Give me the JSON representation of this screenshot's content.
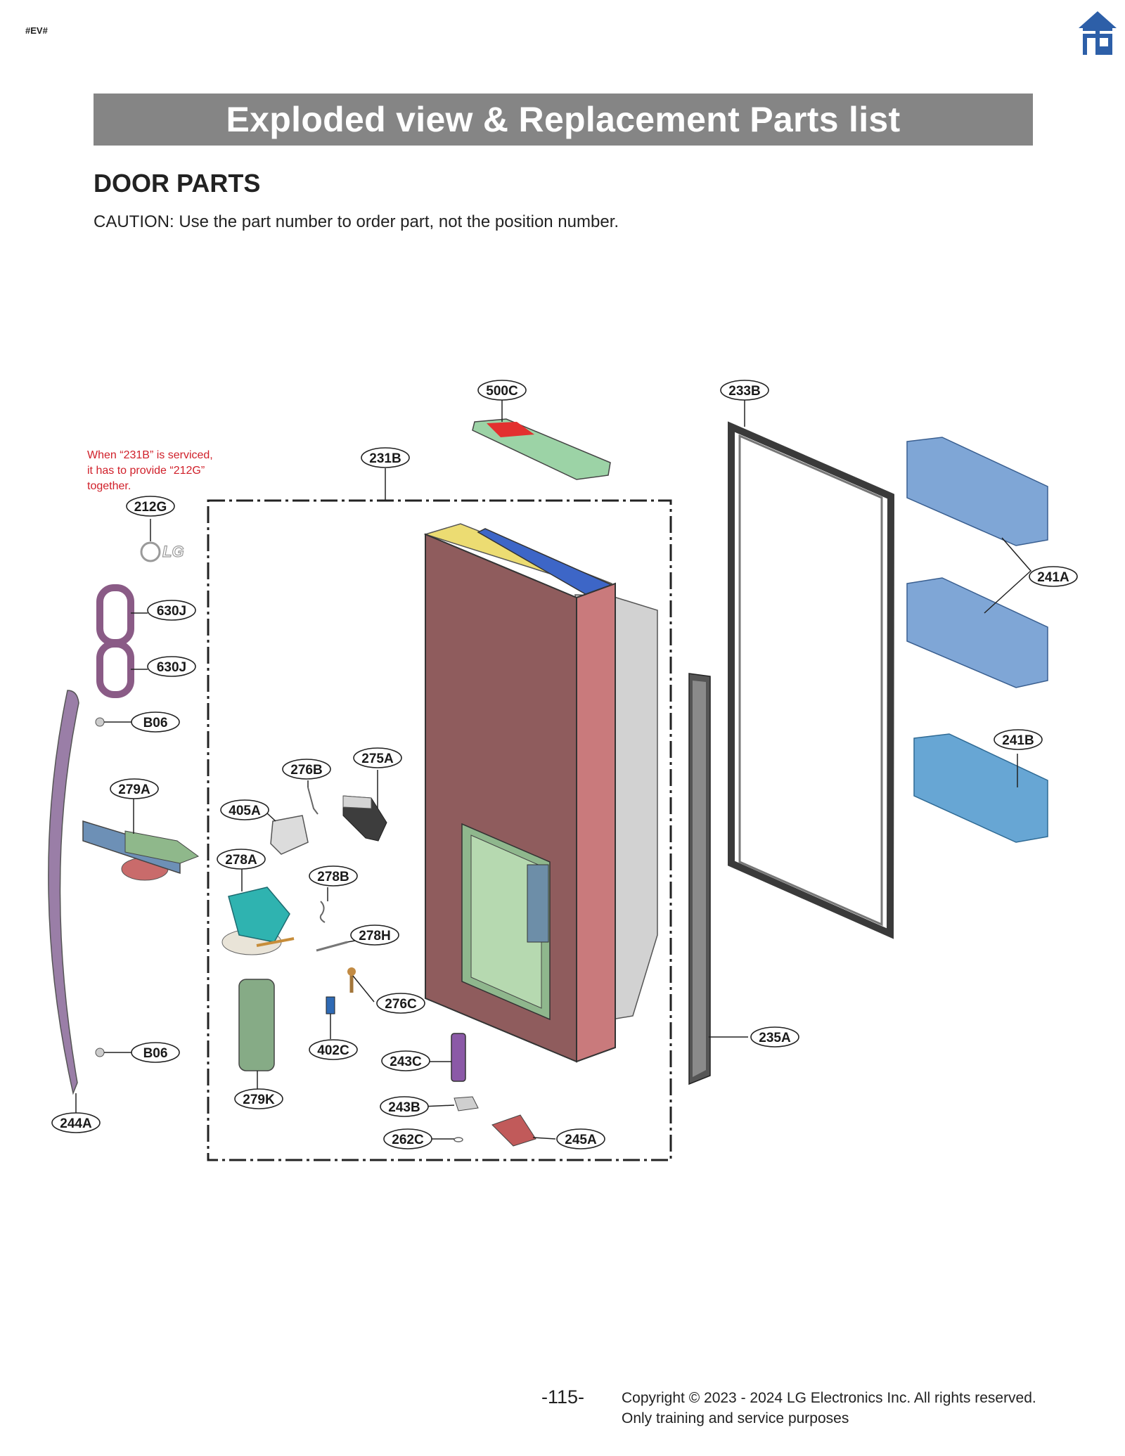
{
  "header": {
    "tag": "#EV#",
    "home_icon": "home-icon",
    "title": "Exploded view & Replacement Parts list"
  },
  "section": {
    "title": "DOOR PARTS",
    "caution": "CAUTION: Use the part number to order part, not the position number."
  },
  "diagram": {
    "note": [
      "When “231B” is serviced,",
      "it has to provide “212G”",
      "together."
    ],
    "labels": {
      "p500C": "500C",
      "p233B": "233B",
      "p231B": "231B",
      "p212G": "212G",
      "p241A": "241A",
      "p630J_1": "630J",
      "p630J_2": "630J",
      "p241B": "241B",
      "pB06_1": "B06",
      "p276B": "276B",
      "p275A": "275A",
      "p279A": "279A",
      "p405A": "405A",
      "p278A": "278A",
      "p278B": "278B",
      "p278H": "278H",
      "p276C": "276C",
      "p235A": "235A",
      "pB06_2": "B06",
      "p402C": "402C",
      "p243C": "243C",
      "p279K": "279K",
      "p243B": "243B",
      "p244A": "244A",
      "p262C": "262C",
      "p245A": "245A"
    },
    "logo_text": "LG"
  },
  "footer": {
    "page": "-115-",
    "copyright": "Copyright © 2023 - 2024 LG Electronics Inc. All rights reserved.",
    "usage": "Only training and service purposes"
  },
  "colors": {
    "banner": "#858585",
    "door_panel": "#c97a7c",
    "note_red": "#d0202a",
    "bin_blue": "#7fa6d6",
    "home_blue": "#2d5fa8"
  }
}
